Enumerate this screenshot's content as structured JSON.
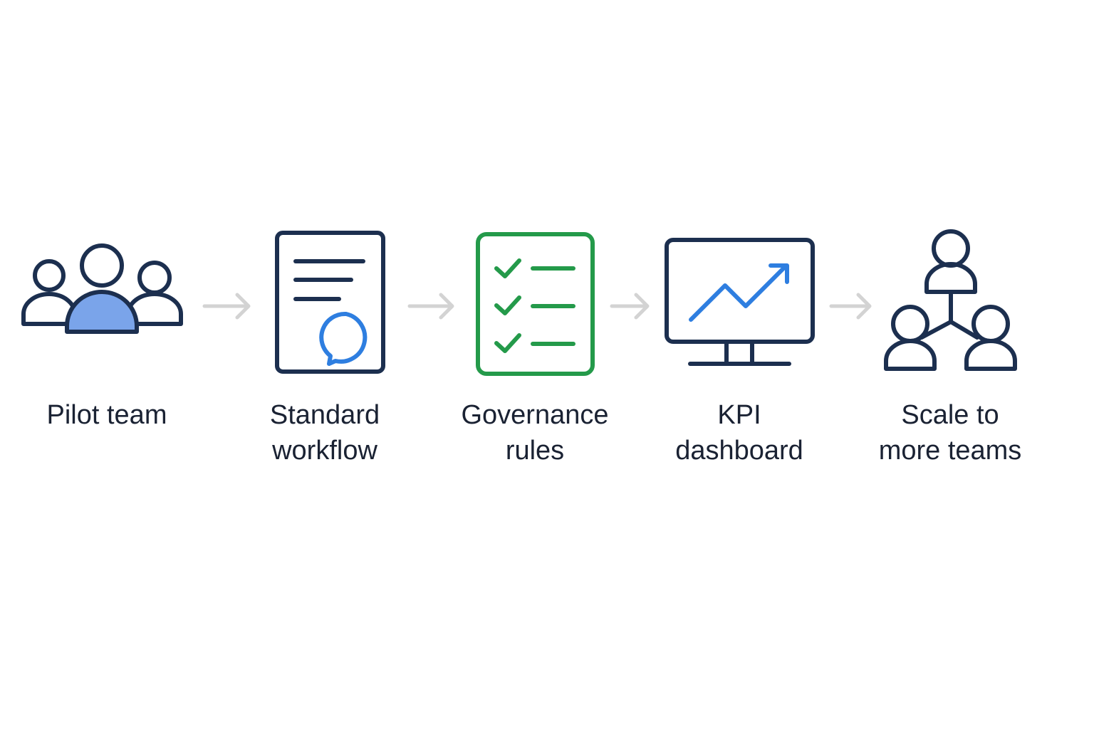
{
  "colors": {
    "navy": "#1c2f4f",
    "blue": "#2e7ee0",
    "blue_fill": "#7aa4ea",
    "green": "#249a4a",
    "arrow": "#d3d3d3"
  },
  "steps": [
    {
      "icon": "team-icon",
      "line1": "Pilot team",
      "line2": ""
    },
    {
      "icon": "document-chat-icon",
      "line1": "Standard",
      "line2": "workflow"
    },
    {
      "icon": "checklist-icon",
      "line1": "Governance",
      "line2": "rules"
    },
    {
      "icon": "monitor-chart-icon",
      "line1": "KPI",
      "line2": "dashboard"
    },
    {
      "icon": "network-team-icon",
      "line1": "Scale to",
      "line2": "more teams"
    }
  ],
  "connectors": [
    {
      "icon": "arrow-right-icon"
    },
    {
      "icon": "arrow-right-icon"
    },
    {
      "icon": "arrow-right-icon"
    },
    {
      "icon": "arrow-right-icon"
    }
  ]
}
